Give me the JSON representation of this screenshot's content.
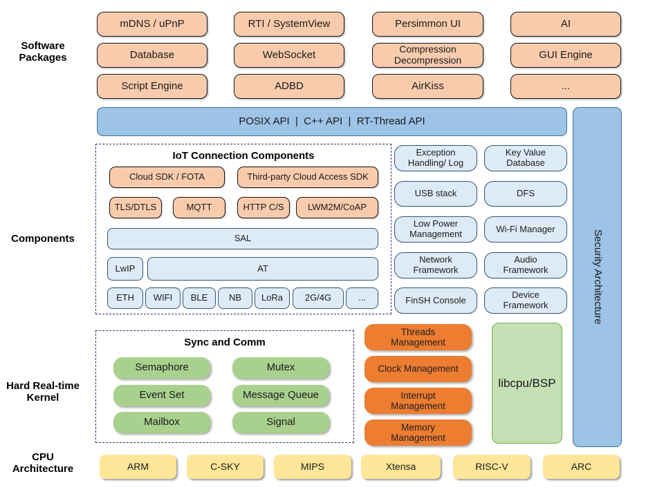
{
  "side_labels": {
    "software_packages": "Software\nPackages",
    "components": "Components",
    "kernel": "Hard Real-time\nKernel",
    "cpu": "CPU\nArchitecture"
  },
  "packages": {
    "items": [
      "mDNS / uPnP",
      "RTI / SystemView",
      "Persimmon UI",
      "AI",
      "Database",
      "WebSocket",
      "Compression\nDecompression",
      "GUI Engine",
      "Script Engine",
      "ADBD",
      "AirKiss",
      "..."
    ]
  },
  "api_bar": {
    "label": "POSIX API  |  C++ API  |  RT-Thread API"
  },
  "security_bar": {
    "label": "Security Architecture"
  },
  "iot": {
    "title": "IoT Connection Components",
    "sdk": [
      "Cloud SDK / FOTA",
      "Third-party Cloud Access SDK"
    ],
    "protocols": [
      "TLS/DTLS",
      "MQTT",
      "HTTP C/S",
      "LWM2M/CoAP"
    ],
    "sal": "SAL",
    "lwip": "LwIP",
    "at": "AT",
    "links": [
      "ETH",
      "WIFI",
      "BLE",
      "NB",
      "LoRa",
      "2G/4G",
      "..."
    ]
  },
  "services": {
    "items": [
      "Exception\nHandling/ Log",
      "Key Value\nDatabase",
      "USB stack",
      "DFS",
      "Low Power\nManagement",
      "Wi-Fi Manager",
      "Network\nFramework",
      "Audio\nFramework",
      "FinSH Console",
      "Device\nFramework"
    ]
  },
  "kernel": {
    "sync_title": "Sync and Comm",
    "sync_items": [
      "Semaphore",
      "Mutex",
      "Event Set",
      "Message Queue",
      "Mailbox",
      "Signal"
    ],
    "management": [
      "Threads\nManagement",
      "Clock Management",
      "Interrupt\nManagement",
      "Memory\nManagement"
    ],
    "libcpu": "libcpu/BSP"
  },
  "cpu": {
    "items": [
      "ARM",
      "C-SKY",
      "MIPS",
      "Xtensa",
      "RISC-V",
      "ARC"
    ]
  },
  "colors": {
    "package_fill": "#F8CBAD",
    "api_fill": "#9DC3E6",
    "service_fill": "#DEEBF7",
    "sync_fill": "#A9D18E",
    "management_fill": "#ED7D31",
    "libcpu_fill": "#C5E0B4",
    "cpu_fill": "#FFE699",
    "dash_border": "#1F3864"
  }
}
